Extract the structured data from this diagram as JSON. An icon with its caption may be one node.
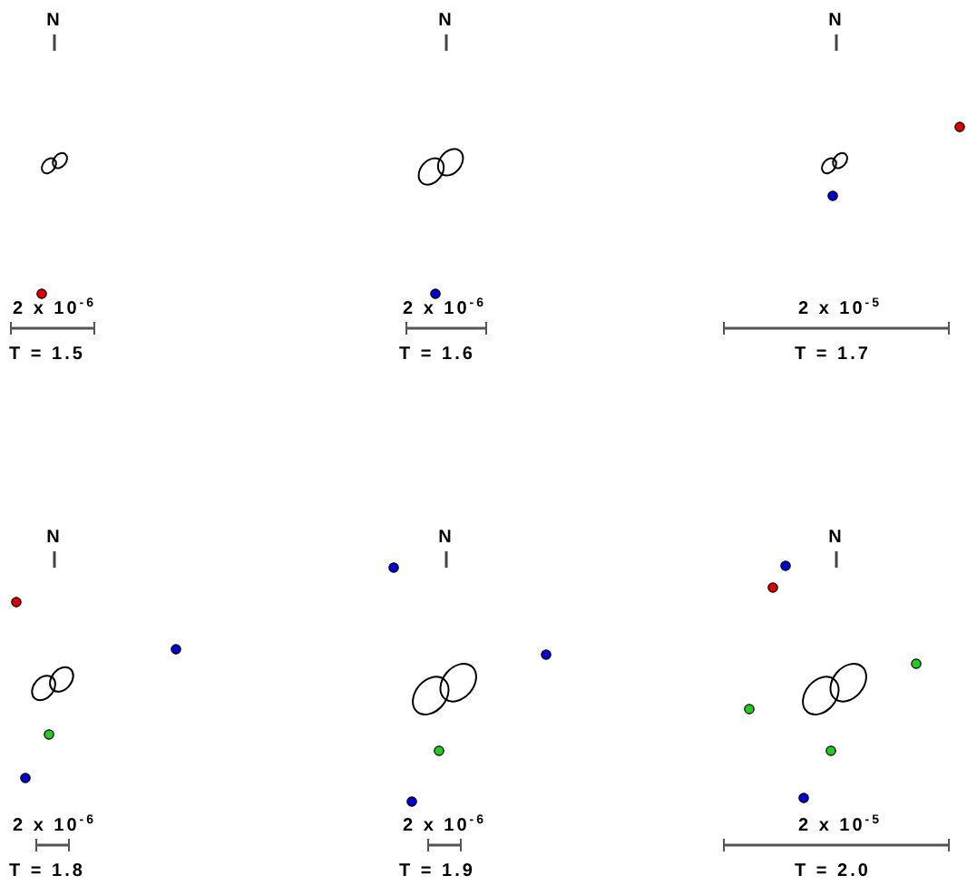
{
  "diagram": {
    "labels": [
      "N",
      "2 x 10$^{-6}$",
      "T = 1.5",
      "N",
      "2 x 10$^{-6}$",
      "T = 1.6",
      "N",
      "2 x 10$^{-5}$",
      "T = 1.7",
      "N",
      "2 x 10$^{-6}$",
      "T = 1.8",
      "N",
      "2 x 10$^{-6}$",
      "T = 1.9",
      "N",
      "2 x 10$^{-5}$",
      "T = 2.0"
    ]
  }
}
